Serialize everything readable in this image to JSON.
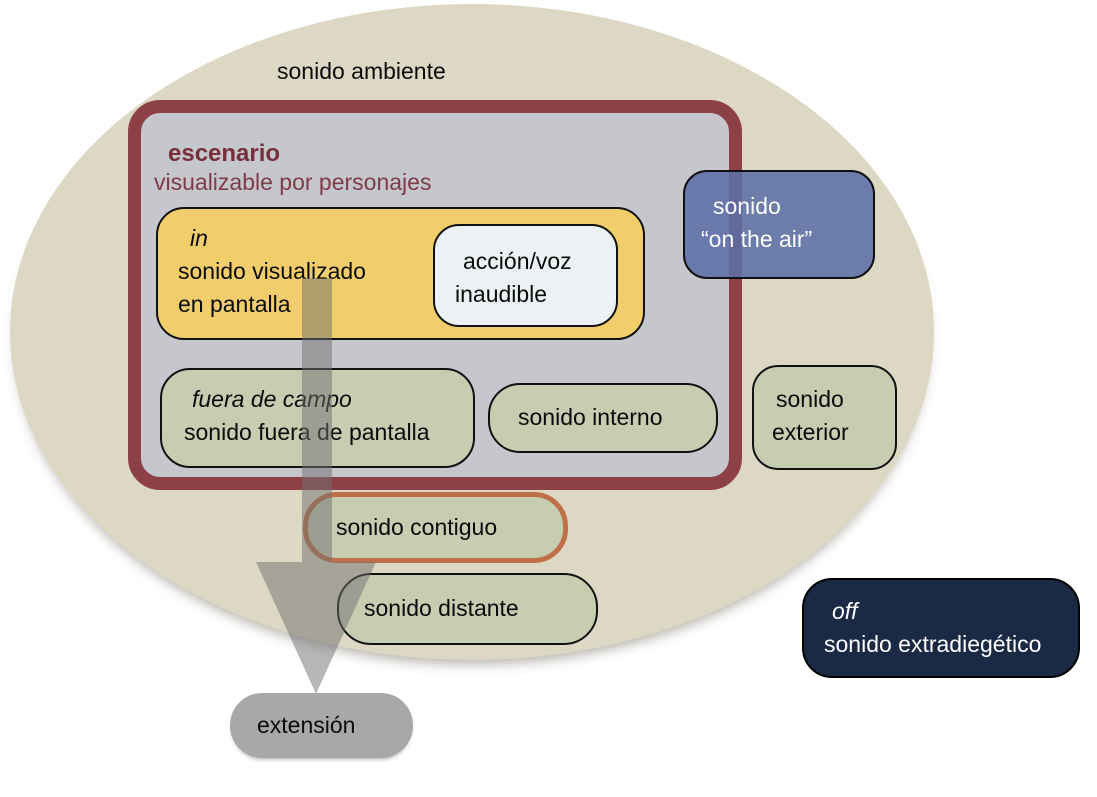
{
  "diagram": {
    "ambient_label": "sonido ambiente",
    "escenario": {
      "title": "escenario",
      "subtitle": "visualizable por personajes"
    },
    "nodes": {
      "in_box": {
        "term": "in",
        "line1": "sonido visualizado",
        "line2": "en pantalla"
      },
      "accion": {
        "line1": "acción/voz",
        "line2": "inaudible"
      },
      "on_air": {
        "line1": "sonido",
        "line2": "“on the air”"
      },
      "fuera_de_campo": {
        "term": "fuera de campo",
        "desc": "sonido fuera de pantalla"
      },
      "interno": {
        "label": "sonido interno"
      },
      "exterior": {
        "line1": "sonido",
        "line2": "exterior"
      },
      "contiguo": {
        "label": "sonido contiguo"
      },
      "distante": {
        "label": "sonido distante"
      },
      "extension": {
        "label": "extensión"
      },
      "off_box": {
        "term": "off",
        "desc": "sonido extradiegético"
      }
    },
    "colors": {
      "ellipse_fill": "#ddd8c3",
      "escenario_border": "#8d4045",
      "escenario_fill": "#c6c6cd",
      "escenario_text": "#772f3b",
      "in_box_fill": "#f1cd6b",
      "accion_fill": "#ecf2f3",
      "on_air_fill": "#5c6ea7",
      "green_fill": "#c6cdb1",
      "contiguo_border": "#bf7049",
      "extension_fill": "#a8a8a8",
      "off_fill": "#1b2a44",
      "arrow_gray": "#6f6f6f"
    }
  }
}
